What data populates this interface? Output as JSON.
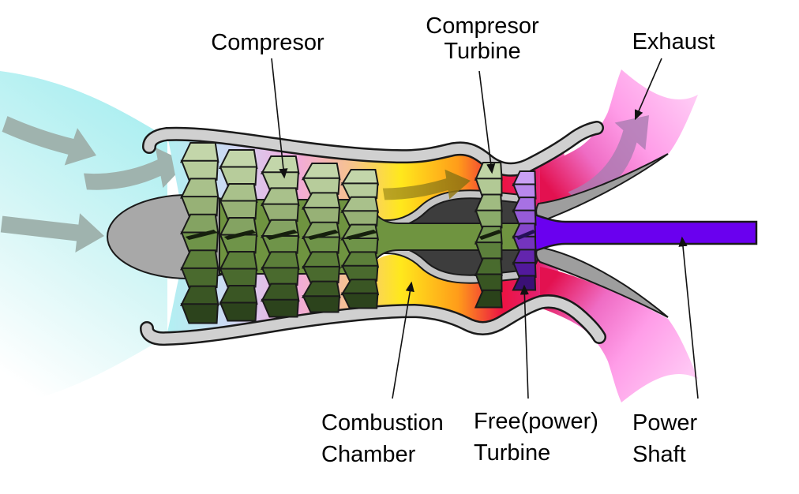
{
  "diagram": {
    "title": "Turboshaft engine cutaway schematic",
    "type": "engine-cutaway"
  },
  "labels": {
    "compressor": "Compresor",
    "compressor_turbine": [
      "Compresor",
      "Turbine"
    ],
    "exhaust": "Exhaust",
    "combustion_chamber": [
      "Combustion",
      "Chamber"
    ],
    "free_power_turbine": [
      "Free(power)",
      "Turbine"
    ],
    "power_shaft": [
      "Power",
      "Shaft"
    ]
  },
  "colors": {
    "background": "#ffffff",
    "text": "#000000",
    "outline": "#1a1a1a",
    "intake_air": "#b2f0f2",
    "casing": "#d0d0d0",
    "exhaust_duct": "#9e9e9e",
    "nose_cone": "#a8a8a8",
    "chamber_core": "#3d3d3d",
    "liner": "#c4c4c4",
    "rotor_green": "#6f9440",
    "power_shaft": "#6a00ef",
    "flame_yellow": "#ffe81c",
    "hot_red": "#ec1343",
    "exhaust_pink": "#ff9fe8",
    "intake_arrow": "#9fb3ae",
    "combustor_arrow": "#a58617",
    "exhaust_arrow": "#aa7cb2",
    "seam_green": "#16200d",
    "seam_purple": "#251058"
  },
  "gradients": {
    "gFlow": [
      [
        0,
        "#b2f0f2"
      ],
      [
        0.14,
        "#cdd9f3"
      ],
      [
        0.29,
        "#f2aade"
      ],
      [
        0.42,
        "#f6c38c"
      ],
      [
        0.53,
        "#ffe81c"
      ],
      [
        0.66,
        "#ff9c1a"
      ],
      [
        0.76,
        "#ec1343"
      ],
      [
        0.84,
        "#e2206e"
      ],
      [
        0.92,
        "#f670c4"
      ],
      [
        1,
        "#ff9fe8"
      ]
    ],
    "gIntake": [
      [
        0,
        "#aeeff1"
      ],
      [
        0.5,
        "#d6f6f6"
      ],
      [
        1,
        "#ffffff"
      ]
    ],
    "gPlumeU": [
      [
        0,
        "#e31150"
      ],
      [
        0.3,
        "#ef6cc4"
      ],
      [
        0.6,
        "#ff9de8"
      ],
      [
        1,
        "#ffcaf5"
      ]
    ],
    "gPlumeL": [
      [
        0,
        "#e31150"
      ],
      [
        0.3,
        "#ef6cc4"
      ],
      [
        0.6,
        "#ff9de8"
      ],
      [
        1,
        "#ffcaf5"
      ]
    ],
    "gCombArrow": [
      [
        0,
        "#b09b20"
      ],
      [
        1,
        "#8a6e10"
      ]
    ]
  },
  "blade_palettes": {
    "compressor": [
      "#c3d6aa",
      "#b7cc9b",
      "#a9c18b",
      "#97b176",
      "#84a362",
      "#6f9449",
      "#5c7f3a",
      "#4a6a2e",
      "#3a5624",
      "#2c431c"
    ],
    "turbine": [
      "#c0d4a6",
      "#b2c995",
      "#a0bb81",
      "#8aab6a",
      "#729752",
      "#5c803c",
      "#496b2e",
      "#385522",
      "#2a421a"
    ],
    "free_turbine": [
      "#c9a0f4",
      "#b888ec",
      "#a771e3",
      "#965bd8",
      "#8546cb",
      "#7434bd",
      "#6325ad",
      "#52199c",
      "#3a1076"
    ]
  }
}
